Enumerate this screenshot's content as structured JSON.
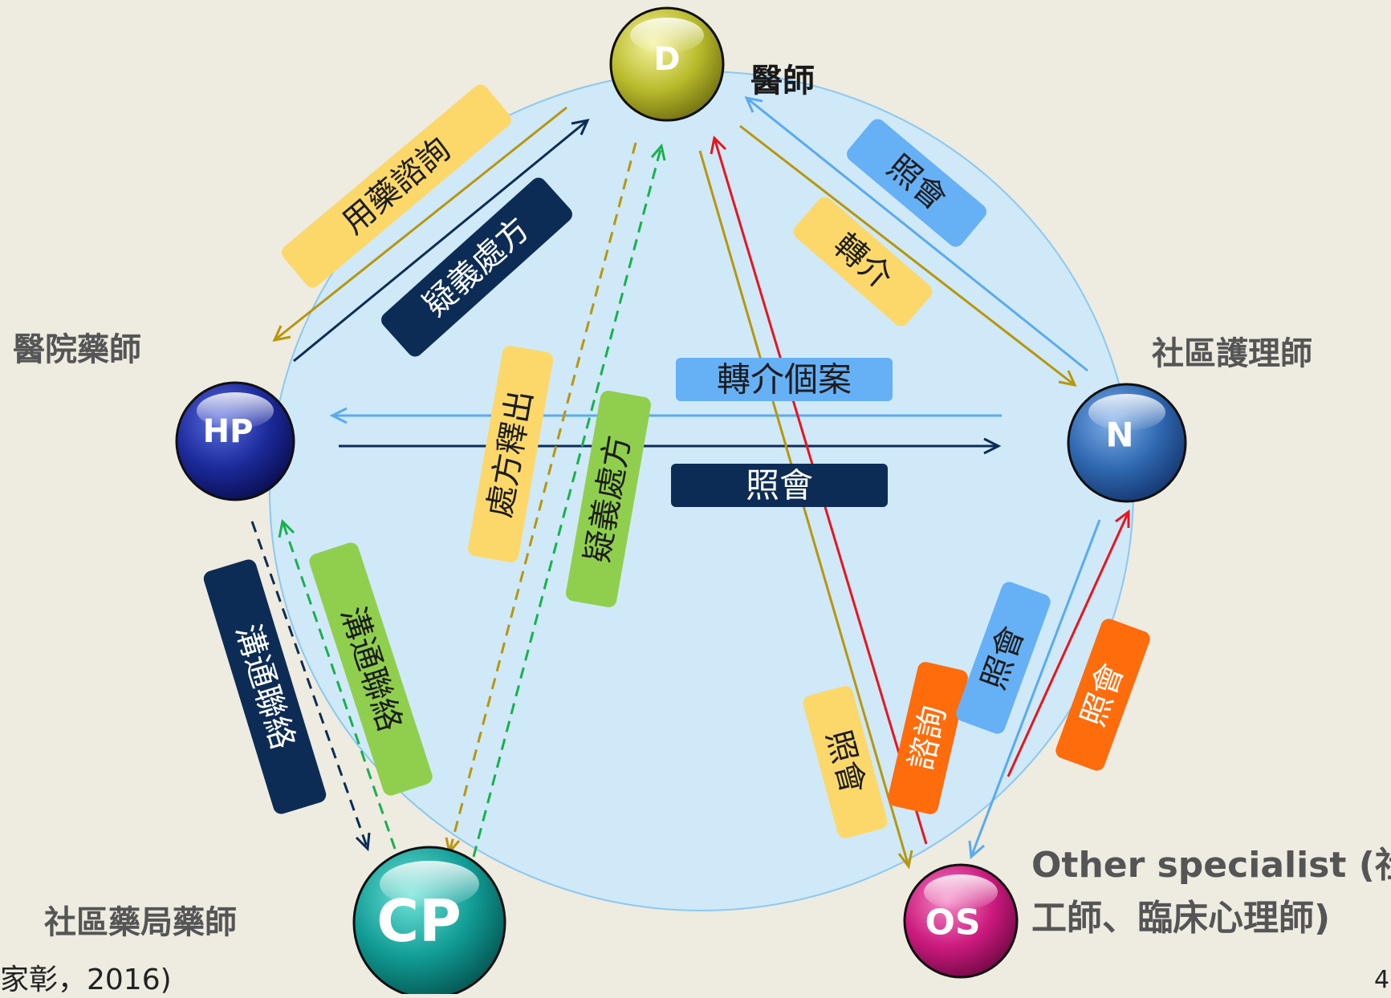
{
  "nodes": {
    "d": {
      "letter": "D",
      "label": "醫師"
    },
    "hp": {
      "letter": "HP",
      "label": "醫院藥師"
    },
    "n": {
      "letter": "N",
      "label": "社區護理師"
    },
    "cp": {
      "letter": "CP",
      "label": "社區藥局藥師"
    },
    "os": {
      "letter": "OS",
      "label_line1": "Other specialist (社",
      "label_line2": "工師、臨床心理師)"
    }
  },
  "edges": {
    "d_hp_consult": {
      "label": "用藥諮詢"
    },
    "hp_d_doubt": {
      "label": "疑義處方"
    },
    "n_d_consult": {
      "label": "照會"
    },
    "d_n_referral": {
      "label": "轉介"
    },
    "n_hp_referral": {
      "label": "轉介個案"
    },
    "hp_n_consult": {
      "label": "照會"
    },
    "d_cp_explain": {
      "label": "處方釋出"
    },
    "cp_d_doubt": {
      "label": "疑義處方"
    },
    "hp_cp_comm": {
      "label": "溝通聯絡"
    },
    "cp_hp_comm": {
      "label": "溝通聯絡"
    },
    "d_os_consult": {
      "label": "照會"
    },
    "os_d_inquiry": {
      "label": "諮詢"
    },
    "n_os_consult": {
      "label": "照會"
    },
    "os_n_consult": {
      "label": "照會"
    }
  },
  "citation": "家彰，2016)",
  "page_number": "4",
  "colors": {
    "background": "#eeebe1",
    "circle_fill": "#cfe9f9",
    "gold": "#b8960c",
    "navy": "#0d2c55",
    "light_blue": "#5aaaf0",
    "red": "#e8141c",
    "green": "#18b04c",
    "yellow_label": "#fcd86a",
    "navy_label": "#0d2c55",
    "blue_label": "#66b0f6",
    "green_label": "#90cf4e",
    "orange_label": "#ff6c0c"
  }
}
